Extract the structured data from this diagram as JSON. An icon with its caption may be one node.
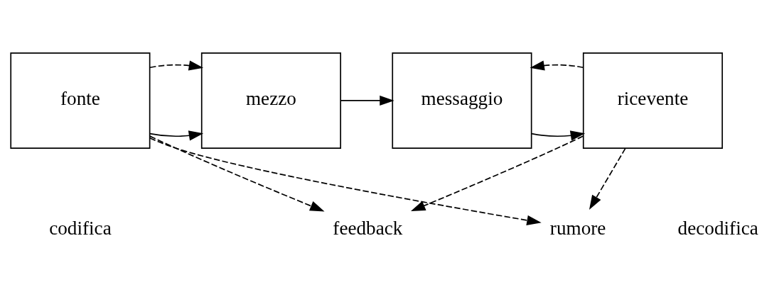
{
  "diagram": {
    "nodes": [
      {
        "text": [
          "fonte"
        ]
      },
      {
        "text": [
          "mezzo"
        ]
      },
      {
        "text": [
          "messaggio"
        ]
      },
      {
        "text": [
          "ricevente"
        ]
      },
      {
        "text": [
          "rumore"
        ]
      },
      {
        "text": [
          "feedback"
        ]
      }
    ],
    "edges": [
      {
        "from": 0,
        "to": 1,
        "arrow": "to"
      },
      {
        "from": 1,
        "to": 2,
        "arrow": "to"
      },
      {
        "from": 2,
        "to": 3,
        "arrow": "to"
      },
      {
        "from": 0,
        "to": 4,
        "arrow": "to",
        "style": "dashed"
      },
      {
        "from": 0,
        "to": 1,
        "arrow": "to",
        "style": "dashed"
      },
      {
        "from": 3,
        "to": 4,
        "arrow": "to",
        "style": "dashed"
      },
      {
        "from": 3,
        "to": 2,
        "arrow": "to",
        "style": "dashed"
      },
      {
        "from": 0,
        "to": 5,
        "arrow": "to",
        "style": "dashed"
      },
      {
        "from": 3,
        "to": 5,
        "arrow": "to",
        "style": "dashed"
      }
    ],
    "labels": [
      "codifica",
      "decodifica"
    ]
  }
}
